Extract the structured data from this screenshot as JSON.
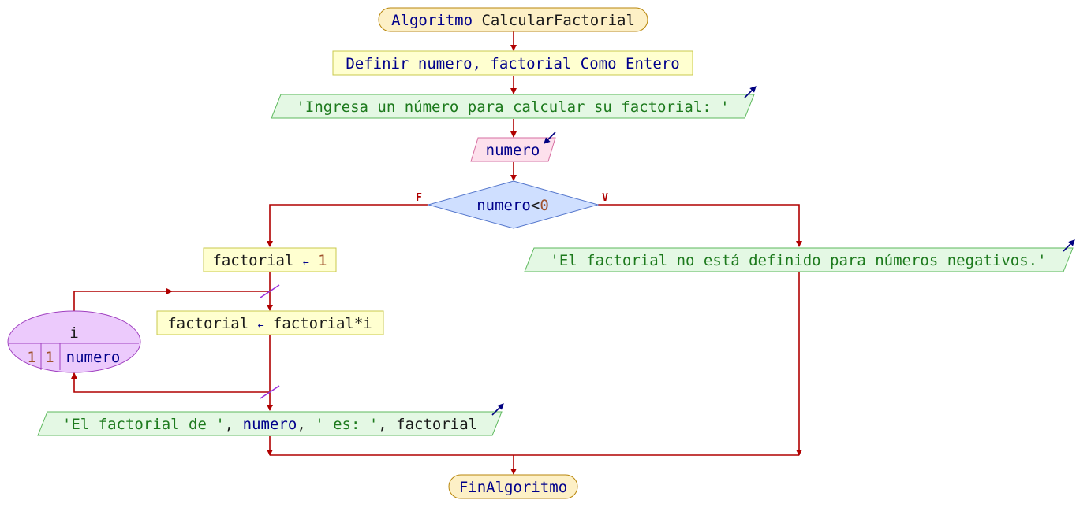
{
  "start": {
    "keyword": "Algoritmo",
    "name": "CalcularFactorial"
  },
  "define": {
    "keyword1": "Definir",
    "vars": "numero, factorial",
    "keyword2": "Como",
    "type": "Entero"
  },
  "prompt": {
    "text": "'Ingresa un número para calcular su factorial: '"
  },
  "read": {
    "var": "numero"
  },
  "decision": {
    "lhs": "numero",
    "op": "<",
    "rhs": "0",
    "false_label": "F",
    "true_label": "V"
  },
  "assign_init": {
    "target": "factorial",
    "arrow": "←",
    "value": "1"
  },
  "loop": {
    "var": "i",
    "start": "1",
    "step": "1",
    "end": "numero"
  },
  "assign_body": {
    "target": "factorial",
    "arrow": "←",
    "expr": "factorial*i"
  },
  "output_result": {
    "s1": "'El factorial de '",
    "comma1": ", ",
    "v1": "numero",
    "comma2": ", ",
    "s2": "' es: '",
    "comma3": ", ",
    "v2": "factorial"
  },
  "output_error": {
    "text": "'El factorial no está definido para números negativos.'"
  },
  "end": {
    "keyword": "FinAlgoritmo"
  },
  "colors": {
    "flow": "#b00000",
    "terminal_fill": "#fdf0c6",
    "process_fill": "#ffffd0",
    "io_fill": "#e4f8e4",
    "read_fill": "#fde0ec",
    "decision_fill": "#cfdfff",
    "loop_fill": "#eccafc"
  }
}
